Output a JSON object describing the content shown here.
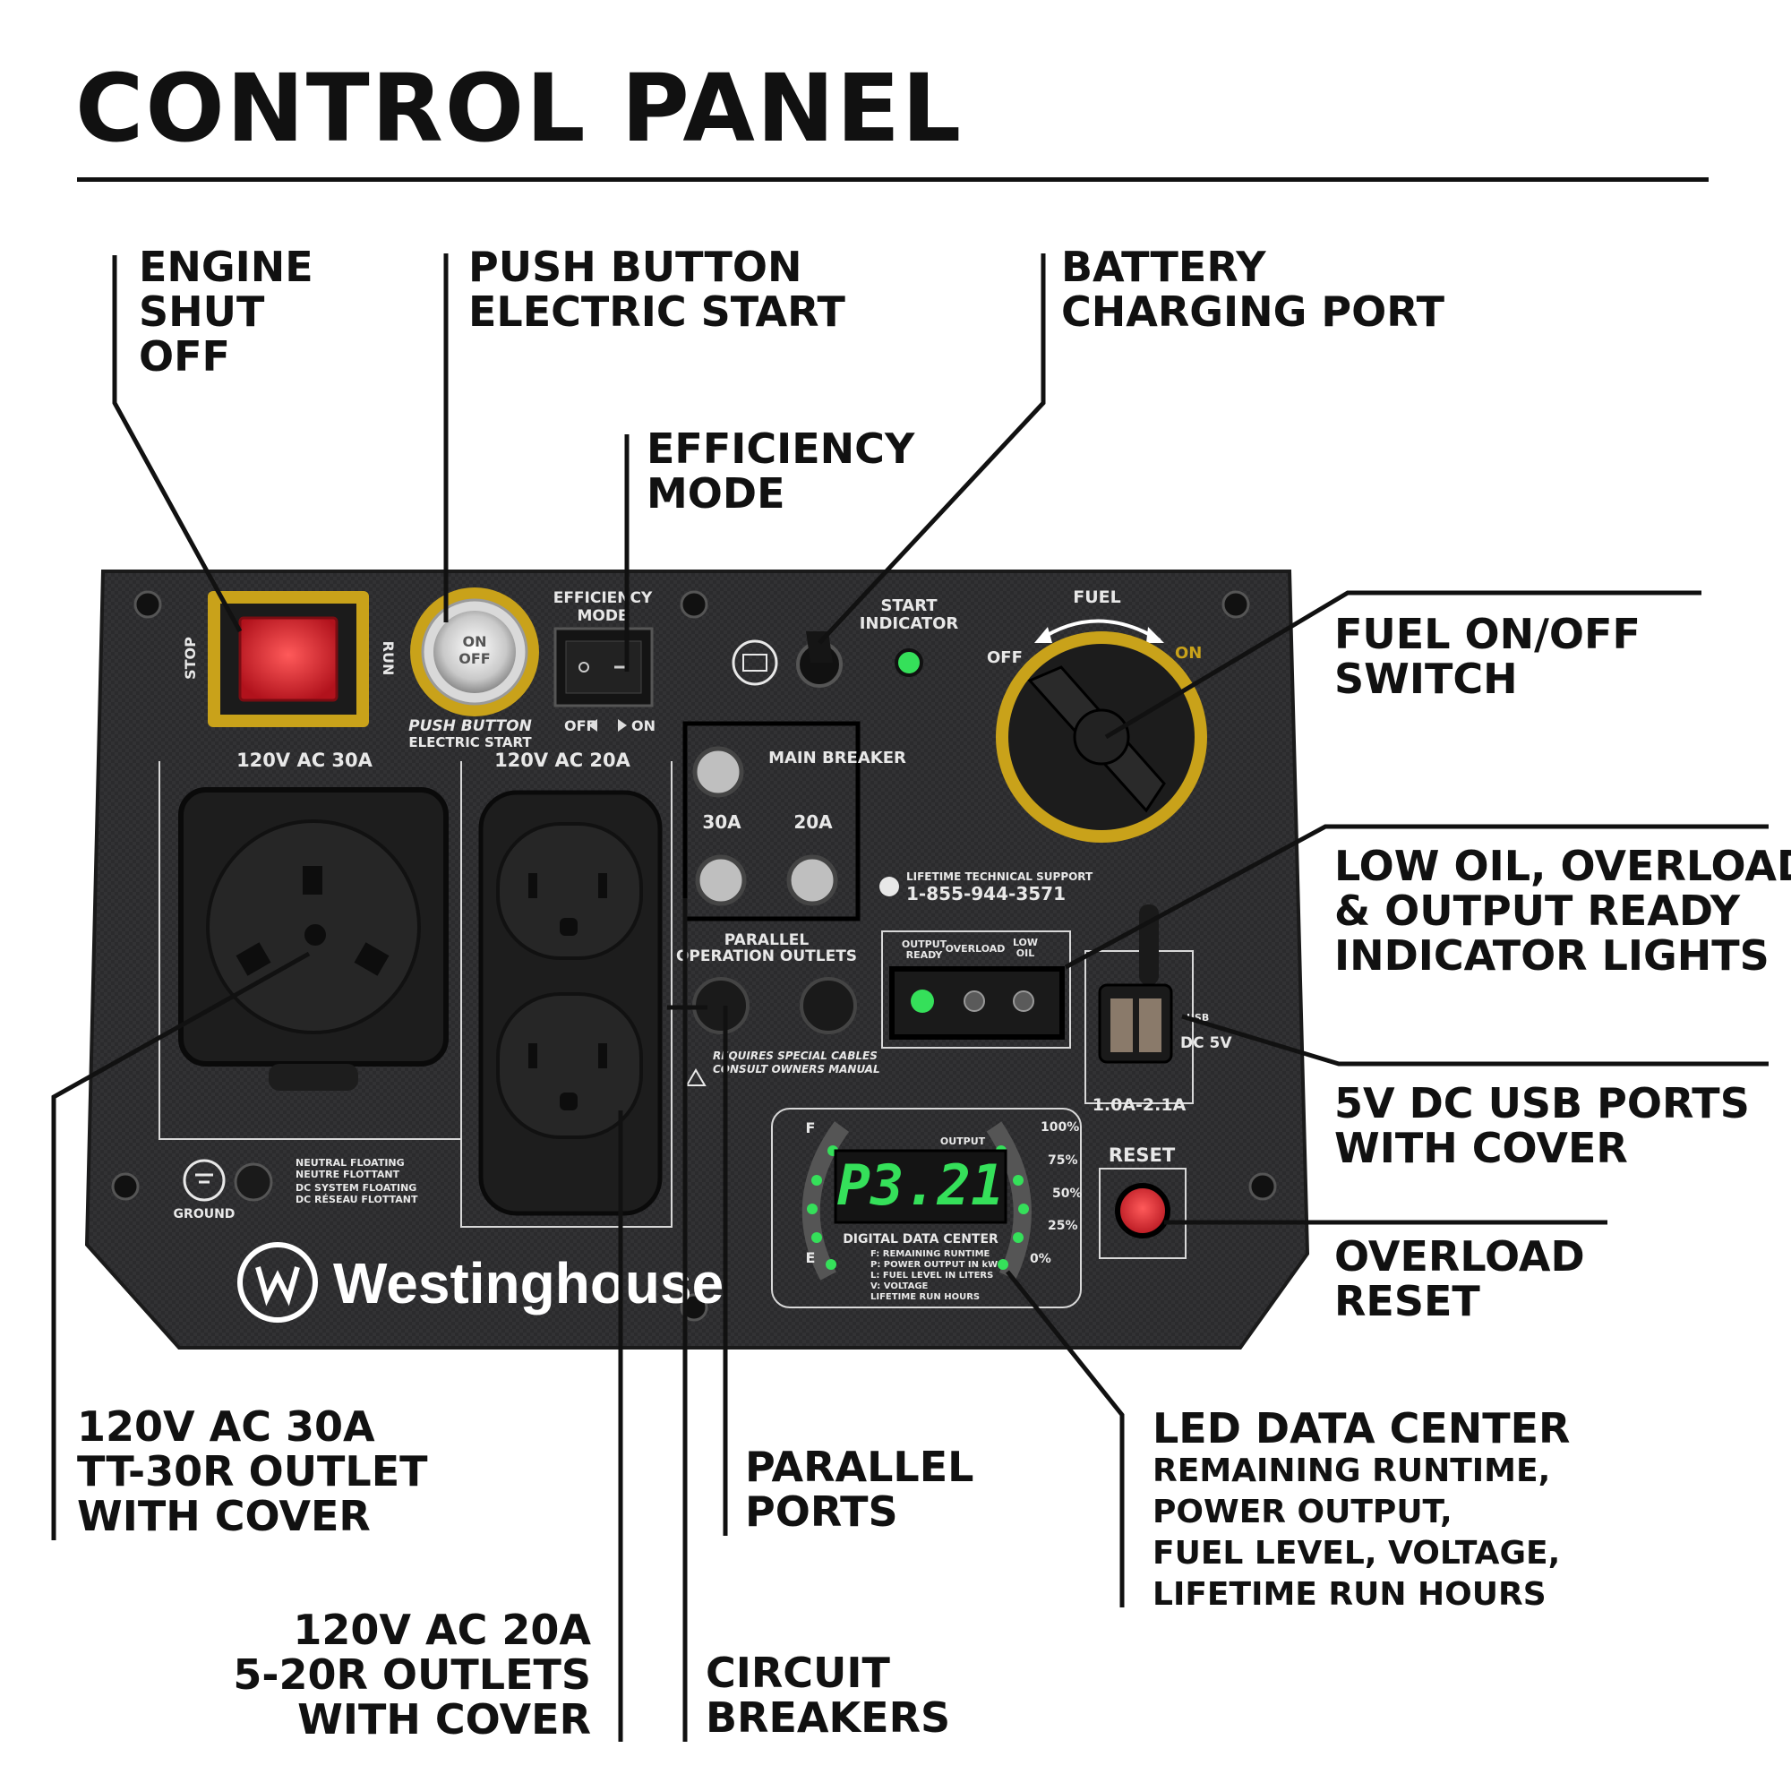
{
  "title": "CONTROL PANEL",
  "callouts": {
    "engine_shut_off": [
      "ENGINE",
      "SHUT",
      "OFF"
    ],
    "push_button_start": [
      "PUSH BUTTON",
      "ELECTRIC START"
    ],
    "battery_port": [
      "BATTERY",
      "CHARGING PORT"
    ],
    "efficiency_mode": [
      "EFFICIENCY",
      "MODE"
    ],
    "fuel_switch": [
      "FUEL ON/OFF",
      "SWITCH"
    ],
    "indicator_lights": [
      "LOW OIL, OVERLOAD",
      "& OUTPUT READY",
      "INDICATOR LIGHTS"
    ],
    "usb_ports": [
      "5V DC USB PORTS",
      "WITH COVER"
    ],
    "overload_reset": [
      "OVERLOAD",
      "RESET"
    ],
    "led_data_center_title": "LED DATA CENTER",
    "led_data_center_details": [
      "REMAINING RUNTIME,",
      "POWER OUTPUT,",
      "FUEL LEVEL, VOLTAGE,",
      "LIFETIME RUN HOURS"
    ],
    "tt30r_outlet": [
      "120V AC 30A",
      "TT-30R OUTLET",
      "WITH COVER"
    ],
    "parallel_ports": [
      "PARALLEL",
      "PORTS"
    ],
    "outlets_20a": [
      "120V AC 20A",
      "5-20R OUTLETS",
      "WITH COVER"
    ],
    "circuit_breakers": [
      "CIRCUIT",
      "BREAKERS"
    ]
  },
  "panel": {
    "stop": "STOP",
    "run": "RUN",
    "on_off": [
      "ON",
      "OFF"
    ],
    "push_button": "PUSH BUTTON",
    "electric_start": "ELECTRIC START",
    "efficiency_mode": [
      "EFFICIENCY",
      "MODE"
    ],
    "eco_off": "OFF",
    "eco_on": "ON",
    "start_indicator": [
      "START",
      "INDICATOR"
    ],
    "fuel": "FUEL",
    "fuel_off": "OFF",
    "fuel_on": "ON",
    "outlet_30a": "120V AC 30A",
    "outlet_20a": "120V AC 20A",
    "main_breaker": "MAIN BREAKER",
    "breaker_30a": "30A",
    "breaker_20a": "20A",
    "support_label": "LIFETIME TECHNICAL SUPPORT",
    "support_phone": "1-855-944-3571",
    "parallel_outlets": [
      "PARALLEL",
      "OPERATION OUTLETS"
    ],
    "parallel_warning": [
      "REQUIRES SPECIAL CABLES",
      "CONSULT OWNERS MANUAL"
    ],
    "output_ready": [
      "OUTPUT",
      "READY"
    ],
    "overload": "OVERLOAD",
    "low_oil": [
      "LOW",
      "OIL"
    ],
    "usb": "USB",
    "dc5v": "DC 5V",
    "usb_rating": "1.0A-2.1A",
    "reset": "RESET",
    "ground": "GROUND",
    "neutral_notes": [
      "NEUTRAL FLOATING",
      "NEUTRE FLOTTANT",
      "DC SYSTEM FLOATING",
      "DC RÉSEAU FLOTTANT"
    ],
    "brand": "Westinghouse",
    "display_value": "P3.21",
    "gauge_f": "F",
    "gauge_e": "E",
    "output_label": "OUTPUT",
    "gauge_pcts": [
      "100%",
      "75%",
      "50%",
      "25%",
      "0%"
    ],
    "data_center_title": "DIGITAL DATA CENTER",
    "data_center_legend": [
      "F: REMAINING RUNTIME",
      "P: POWER OUTPUT IN kW",
      "L: FUEL LEVEL IN LITERS",
      "V: VOLTAGE",
      "LIFETIME RUN HOURS"
    ]
  },
  "colors": {
    "panel": "#2c2c2e",
    "yellow_ring": "#c9a21a",
    "switch_red": "#d42a36",
    "led_green": "#35e05a",
    "reset_red": "#e0202a"
  }
}
